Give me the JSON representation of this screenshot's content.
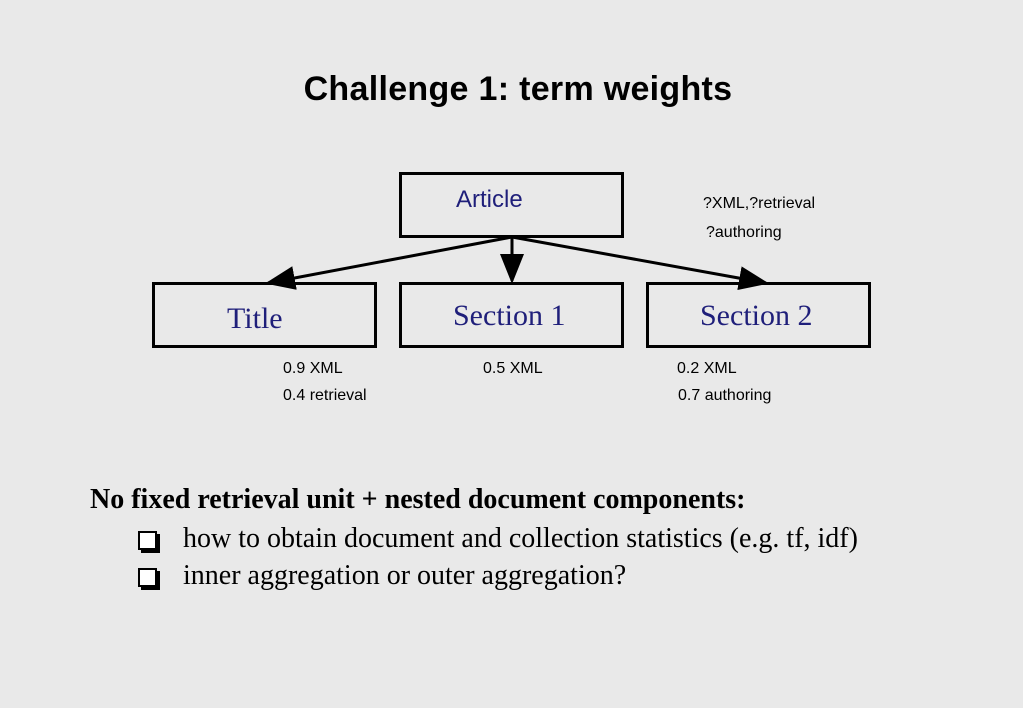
{
  "slide": {
    "title": "Challenge 1: term weights"
  },
  "diagram": {
    "root": {
      "label": "Article"
    },
    "root_note": [
      "?XML,?retrieval",
      "?authoring"
    ],
    "children": [
      {
        "label": "Title",
        "weights": [
          "0.9 XML",
          "0.4 retrieval"
        ]
      },
      {
        "label": "Section 1",
        "weights": [
          "0.5 XML"
        ]
      },
      {
        "label": "Section 2",
        "weights": [
          "0.2 XML",
          "0.7 authoring"
        ]
      }
    ]
  },
  "body": {
    "heading": "No fixed retrieval unit + nested document components:",
    "bullets": [
      "how to obtain document and collection statistics (e.g. tf, idf)",
      "inner aggregation or outer aggregation?"
    ]
  },
  "colors": {
    "background": "#e9e9e9",
    "node_text": "#1f1f7a",
    "lines": "#000000"
  }
}
